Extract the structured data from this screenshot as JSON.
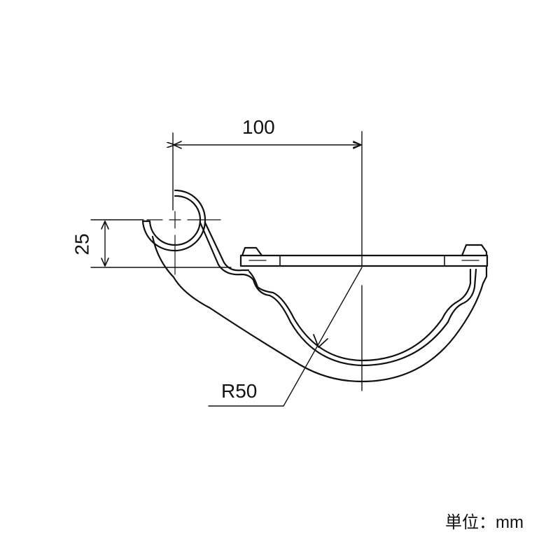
{
  "dimensions": {
    "width_label": "100",
    "height_label": "25",
    "radius_label": "R50"
  },
  "unit_note": "単位：mm",
  "colors": {
    "line": "#111111",
    "background": "#ffffff"
  }
}
